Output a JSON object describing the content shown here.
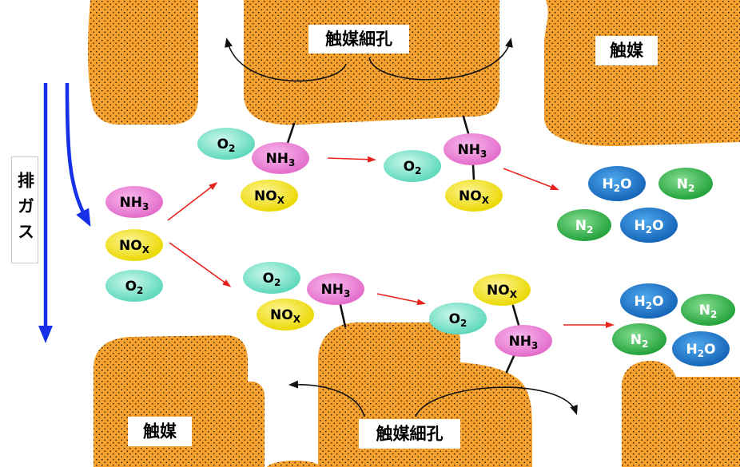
{
  "labels": {
    "pore_top": "触媒細孔",
    "catalyst_top_right": "触媒",
    "catalyst_bottom_left": "触媒",
    "pore_bottom": "触媒細孔",
    "exhaust_gas": "排ガス"
  },
  "molecules": {
    "inlet": [
      {
        "main": "NH",
        "sub": "3"
      },
      {
        "main": "NO",
        "sub": "X"
      },
      {
        "main": "O",
        "sub": "2"
      }
    ],
    "upper_adsorption": [
      {
        "main": "O",
        "sub": "2"
      },
      {
        "main": "NH",
        "sub": "3"
      },
      {
        "main": "NO",
        "sub": "X"
      }
    ],
    "upper_reaction": [
      {
        "main": "O",
        "sub": "2"
      },
      {
        "main": "NH",
        "sub": "3"
      },
      {
        "main": "NO",
        "sub": "X"
      }
    ],
    "upper_products": [
      {
        "main": "H",
        "sub": "2",
        "tail": "O"
      },
      {
        "main": "N",
        "sub": "2"
      },
      {
        "main": "N",
        "sub": "2"
      },
      {
        "main": "H",
        "sub": "2",
        "tail": "O"
      }
    ],
    "lower_adsorption": [
      {
        "main": "O",
        "sub": "2"
      },
      {
        "main": "NO",
        "sub": "X"
      },
      {
        "main": "NH",
        "sub": "3"
      }
    ],
    "lower_reaction": [
      {
        "main": "O",
        "sub": "2"
      },
      {
        "main": "NO",
        "sub": "X"
      },
      {
        "main": "NH",
        "sub": "3"
      }
    ],
    "lower_products": [
      {
        "main": "H",
        "sub": "2",
        "tail": "O"
      },
      {
        "main": "N",
        "sub": "2"
      },
      {
        "main": "N",
        "sub": "2"
      },
      {
        "main": "H",
        "sub": "2",
        "tail": "O"
      }
    ]
  },
  "colors": {
    "catalyst": "#F7A12E",
    "catalyst_dots": "#2A1A0A",
    "flow_arrow": "#1630E8",
    "reaction_arrow": "#E8231E",
    "diffusion_arrow": "#111111",
    "bond": "#111111",
    "molecules": {
      "NH3": {
        "fill": "#E36CCB",
        "light": "#F9B9EC",
        "text": "#000000"
      },
      "NOX": {
        "fill": "#EAD800",
        "light": "#FFF59A",
        "text": "#000000"
      },
      "O2": {
        "fill": "#5DD8BB",
        "light": "#CDF8EC",
        "text": "#000000"
      },
      "H2O": {
        "fill": "#1565B8",
        "light": "#4FA8EC",
        "text": "#FFFFFF"
      },
      "N2": {
        "fill": "#22A23A",
        "light": "#86DD92",
        "text": "#FFFFFF"
      }
    }
  }
}
